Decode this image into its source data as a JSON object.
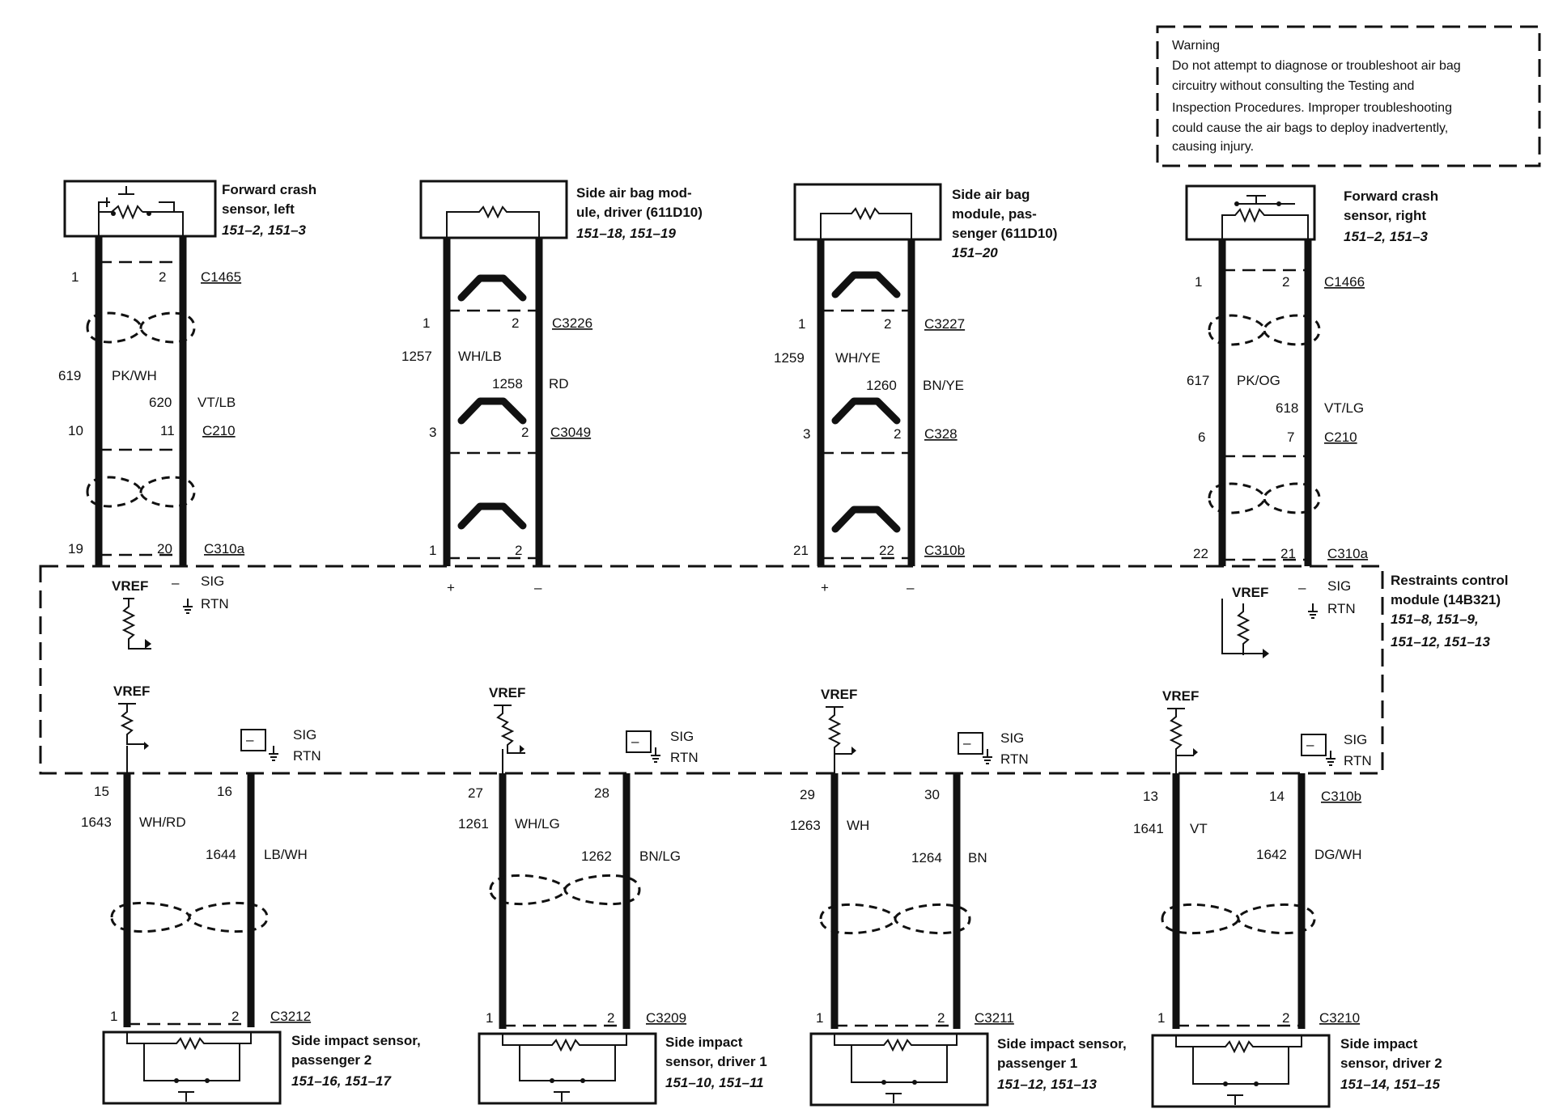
{
  "warning": {
    "title": "Warning",
    "lines": [
      "Do not attempt to diagnose or troubleshoot air bag",
      "circuitry without consulting the Testing and",
      "Inspection Procedures. Improper troubleshooting",
      "could cause the air bags to deploy inadvertently,",
      "causing injury."
    ]
  },
  "top_components": {
    "fcs_left": {
      "name": [
        "Forward crash",
        "sensor, left"
      ],
      "ref": "151–2, 151–3"
    },
    "sab_driver": {
      "name": [
        "Side air bag mod-",
        "ule, driver (611D10)"
      ],
      "ref": "151–18, 151–19"
    },
    "sab_passenger": {
      "name": [
        "Side air bag",
        "module, pas-",
        "senger (611D10)"
      ],
      "ref": "151–20"
    },
    "fcs_right": {
      "name": [
        "Forward crash",
        "sensor, right"
      ],
      "ref": "151–2, 151–3"
    }
  },
  "rcm": {
    "name": [
      "Restraints control",
      "module (14B321)"
    ],
    "refs": [
      "151–8, 151–9,",
      "151–12, 151–13"
    ]
  },
  "bottom_components": {
    "sis_pass2": {
      "name": [
        "Side impact sensor,",
        "passenger 2"
      ],
      "ref": "151–16, 151–17"
    },
    "sis_drv1": {
      "name": [
        "Side impact",
        "sensor, driver 1"
      ],
      "ref": "151–10, 151–11"
    },
    "sis_pass1": {
      "name": [
        "Side impact sensor,",
        "passenger 1"
      ],
      "ref": "151–12, 151–13"
    },
    "sis_drv2": {
      "name": [
        "Side impact",
        "sensor, driver 2"
      ],
      "ref": "151–14, 151–15"
    }
  },
  "connectors": {
    "c1465": "C1465",
    "c3226": "C3226",
    "c3227": "C3227",
    "c1466": "C1466",
    "c210_l": "C210",
    "c3049": "C3049",
    "c328": "C328",
    "c210_r": "C210",
    "c310a_l": "C310a",
    "c310b_top": "C310b",
    "c310a_r": "C310a",
    "c310b_bot": "C310b",
    "c3212": "C3212",
    "c3209": "C3209",
    "c3211": "C3211",
    "c3210": "C3210"
  },
  "pins": {
    "fl_top": [
      "1",
      "2"
    ],
    "fl_mid": [
      "10",
      "11"
    ],
    "fl_bot": [
      "19",
      "20"
    ],
    "sd_top": [
      "1",
      "2"
    ],
    "sd_mid": [
      "3",
      "2"
    ],
    "sd_bot": [
      "1",
      "2"
    ],
    "sp_top": [
      "1",
      "2"
    ],
    "sp_mid": [
      "3",
      "2"
    ],
    "sp_bot": [
      "21",
      "22"
    ],
    "fr_top": [
      "1",
      "2"
    ],
    "fr_mid": [
      "6",
      "7"
    ],
    "fr_bot": [
      "22",
      "21"
    ],
    "b1": [
      "15",
      "16"
    ],
    "b2": [
      "27",
      "28"
    ],
    "b3": [
      "29",
      "30"
    ],
    "b4": [
      "13",
      "14"
    ],
    "b1s": [
      "1",
      "2"
    ],
    "b2s": [
      "1",
      "2"
    ],
    "b3s": [
      "1",
      "2"
    ],
    "b4s": [
      "1",
      "2"
    ]
  },
  "circuits": {
    "fl_a": {
      "num": "619",
      "color": "PK/WH"
    },
    "fl_b": {
      "num": "620",
      "color": "VT/LB"
    },
    "sd_a": {
      "num": "1257",
      "color": "WH/LB"
    },
    "sd_b": {
      "num": "1258",
      "color": "RD"
    },
    "sp_a": {
      "num": "1259",
      "color": "WH/YE"
    },
    "sp_b": {
      "num": "1260",
      "color": "BN/YE"
    },
    "fr_a": {
      "num": "617",
      "color": "PK/OG"
    },
    "fr_b": {
      "num": "618",
      "color": "VT/LG"
    },
    "b1_a": {
      "num": "1643",
      "color": "WH/RD"
    },
    "b1_b": {
      "num": "1644",
      "color": "LB/WH"
    },
    "b2_a": {
      "num": "1261",
      "color": "WH/LG"
    },
    "b2_b": {
      "num": "1262",
      "color": "BN/LG"
    },
    "b3_a": {
      "num": "1263",
      "color": "WH"
    },
    "b3_b": {
      "num": "1264",
      "color": "BN"
    },
    "b4_a": {
      "num": "1641",
      "color": "VT"
    },
    "b4_b": {
      "num": "1642",
      "color": "DG/WH"
    }
  },
  "signals": {
    "vref": "VREF",
    "sig": "SIG",
    "rtn": "RTN",
    "plus": "+",
    "minus": "–"
  }
}
